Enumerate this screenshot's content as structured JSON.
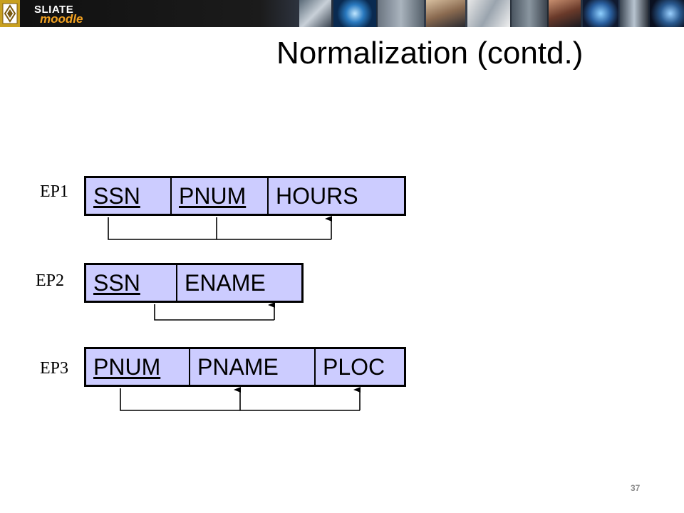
{
  "banner": {
    "brand_top": "SLIATE",
    "brand_bottom": "moodle",
    "accent_color": "#c8a020",
    "brand_color": "#f0a020"
  },
  "slide": {
    "title": "Normalization (contd.)",
    "page_number": "37"
  },
  "relations": [
    {
      "name": "EP1",
      "attributes": [
        {
          "label": "SSN",
          "key": true
        },
        {
          "label": "PNUM",
          "key": true
        },
        {
          "label": "HOURS",
          "key": false
        }
      ]
    },
    {
      "name": "EP2",
      "attributes": [
        {
          "label": "SSN",
          "key": true
        },
        {
          "label": "ENAME",
          "key": false
        }
      ]
    },
    {
      "name": "EP3",
      "attributes": [
        {
          "label": "PNUM",
          "key": true
        },
        {
          "label": "PNAME",
          "key": false
        },
        {
          "label": "PLOC",
          "key": false
        }
      ]
    }
  ],
  "colors": {
    "cell_fill": "#ccccff",
    "border": "#000000"
  }
}
